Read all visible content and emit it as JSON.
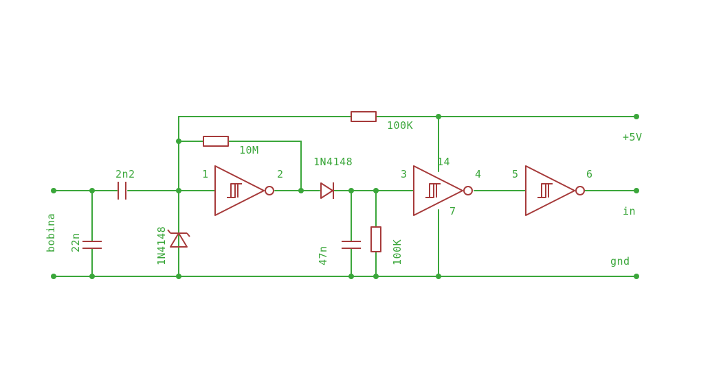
{
  "colors": {
    "wire": "#3aa63a",
    "part": "#a63a3a",
    "background": "#ffffff"
  },
  "labels": {
    "coil": "bobina",
    "c_coil": "22n",
    "c_couple": "2n2",
    "d_clamp": "1N4148",
    "r_feedback": "10M",
    "r_pullup": "100K",
    "d_series": "1N4148",
    "c_filter": "47n",
    "r_bleed": "100K",
    "vcc": "+5V",
    "output": "in",
    "ground": "gnd"
  },
  "pins": {
    "g1_in": "1",
    "g1_out": "2",
    "g2_in": "3",
    "g2_out": "4",
    "g2_vcc": "14",
    "g2_gnd": "7",
    "g3_in": "5",
    "g3_out": "6"
  }
}
